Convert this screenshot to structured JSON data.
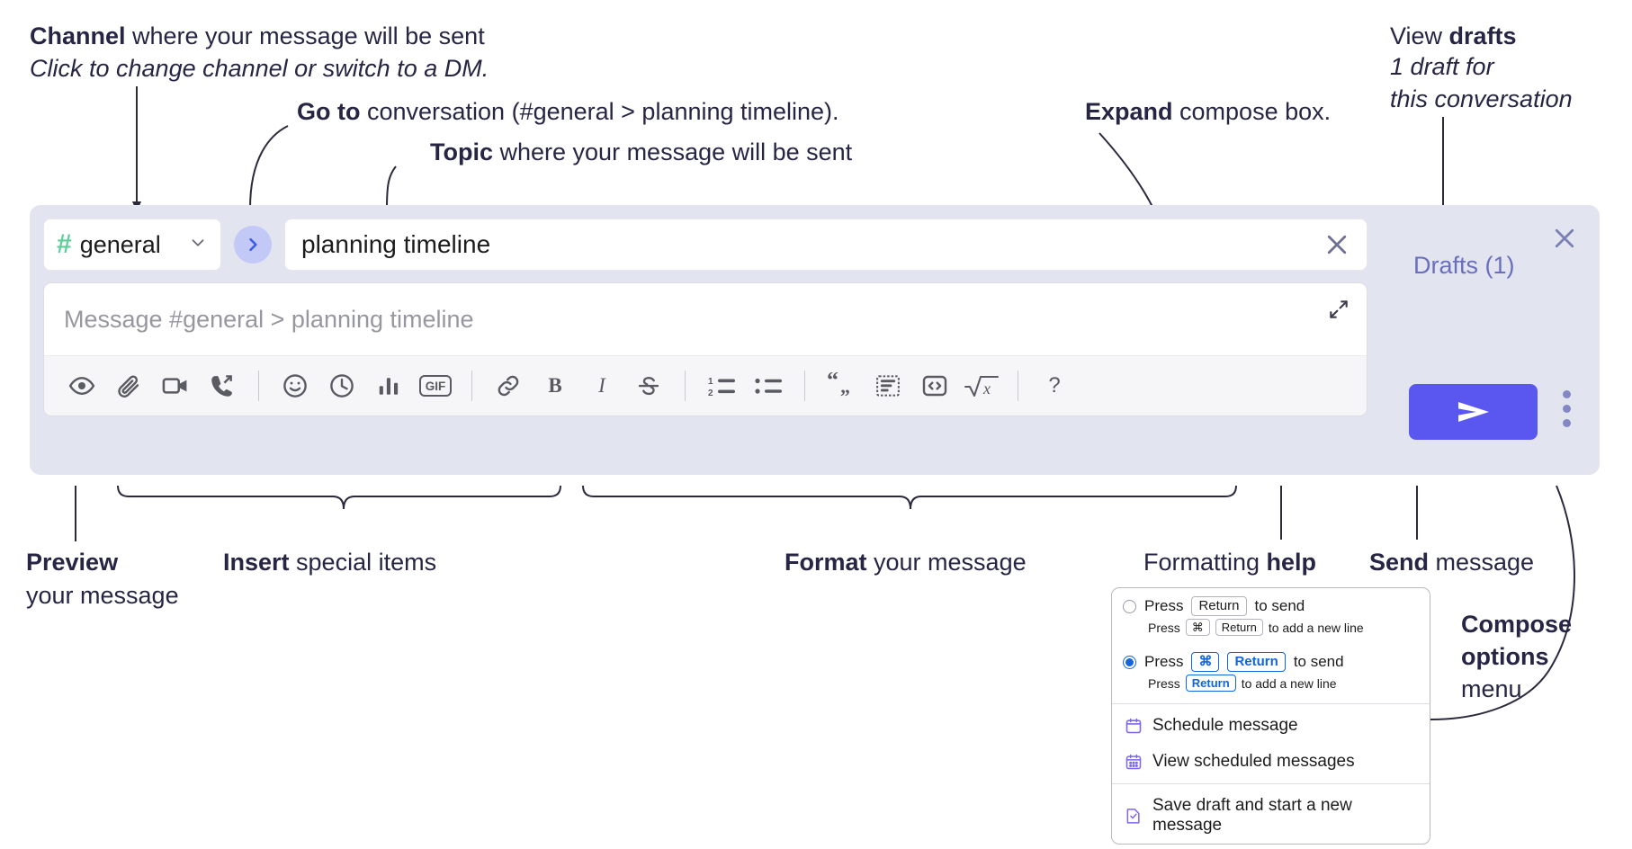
{
  "annotations": {
    "channel": {
      "bold": "Channel",
      "rest": " where your message will be sent",
      "sub": "Click to change channel or switch to a DM."
    },
    "goto": {
      "bold": "Go to",
      "rest": " conversation (#general > planning timeline)."
    },
    "topic": {
      "bold": "Topic",
      "rest": " where your message will be sent"
    },
    "expand": {
      "bold": "Expand",
      "rest": " compose box."
    },
    "drafts": {
      "line1_plain": "View ",
      "line1_bold": "drafts",
      "line2": "1 draft for",
      "line3": "this conversation"
    },
    "preview": {
      "bold": "Preview",
      "line2": "your message"
    },
    "insert": {
      "bold": "Insert",
      "rest": " special items"
    },
    "format": {
      "bold": "Format",
      "rest": " your message"
    },
    "help": {
      "plain": "Formatting ",
      "bold": "help"
    },
    "send": {
      "bold": "Send",
      "rest": " message"
    },
    "compose_options": {
      "line1": "Compose",
      "line2": "options",
      "line3": "menu"
    }
  },
  "compose": {
    "channel_name": "general",
    "channel_hash": "#",
    "topic_value": "planning timeline",
    "message_placeholder": "Message #general > planning timeline",
    "drafts_label": "Drafts (1)",
    "toolbar": [
      {
        "name": "preview-icon",
        "title": "Preview"
      },
      {
        "name": "attachment-icon",
        "title": "Attach file"
      },
      {
        "name": "video-icon",
        "title": "Video clip"
      },
      {
        "name": "audio-call-icon",
        "title": "Audio clip"
      },
      {
        "name": "separator",
        "title": ""
      },
      {
        "name": "emoji-icon",
        "title": "Emoji"
      },
      {
        "name": "reminder-clock-icon",
        "title": "Reminder"
      },
      {
        "name": "poll-chart-icon",
        "title": "Poll"
      },
      {
        "name": "gif-icon",
        "title": "GIF"
      },
      {
        "name": "separator",
        "title": ""
      },
      {
        "name": "link-icon",
        "title": "Link"
      },
      {
        "name": "bold-icon",
        "title": "Bold"
      },
      {
        "name": "italic-icon",
        "title": "Italic"
      },
      {
        "name": "strikethrough-icon",
        "title": "Strikethrough"
      },
      {
        "name": "separator",
        "title": ""
      },
      {
        "name": "ordered-list-icon",
        "title": "Ordered list"
      },
      {
        "name": "bulleted-list-icon",
        "title": "Bulleted list"
      },
      {
        "name": "separator",
        "title": ""
      },
      {
        "name": "blockquote-icon",
        "title": "Blockquote"
      },
      {
        "name": "code-block-icon",
        "title": "Code block"
      },
      {
        "name": "code-icon",
        "title": "Code"
      },
      {
        "name": "math-icon",
        "title": "Math"
      },
      {
        "name": "separator",
        "title": ""
      },
      {
        "name": "help-icon",
        "title": "Formatting help"
      }
    ],
    "gif_label": "GIF",
    "bold_label": "B",
    "italic_label": "I",
    "help_label": "?"
  },
  "options_menu": {
    "option1": {
      "pre": "Press ",
      "key": "Return",
      "post": " to send",
      "sub_pre": "Press ",
      "sub_key1": "⌘",
      "sub_key2": "Return",
      "sub_post": " to add a new line",
      "selected": false
    },
    "option2": {
      "pre": "Press ",
      "key1": "⌘",
      "key2": "Return",
      "post": " to send",
      "sub_pre": "Press ",
      "sub_key": "Return",
      "sub_post": " to add a new line",
      "selected": true
    },
    "items": [
      {
        "label": "Schedule message",
        "icon": "calendar-schedule-icon"
      },
      {
        "label": "View scheduled messages",
        "icon": "calendar-grid-icon"
      },
      {
        "label": "Save draft and start a new message",
        "icon": "save-draft-icon"
      }
    ]
  },
  "colors": {
    "panel_bg": "#e2e4f0",
    "send_button": "#5a56f0",
    "hash_green": "#5fcf9a",
    "goto_blue": "#3c5ae8",
    "goto_bg": "#c3c9f7",
    "drafts_text": "#6a6fbd",
    "radio_blue": "#1264e0",
    "menu_icon_purple": "#7b68ee"
  }
}
